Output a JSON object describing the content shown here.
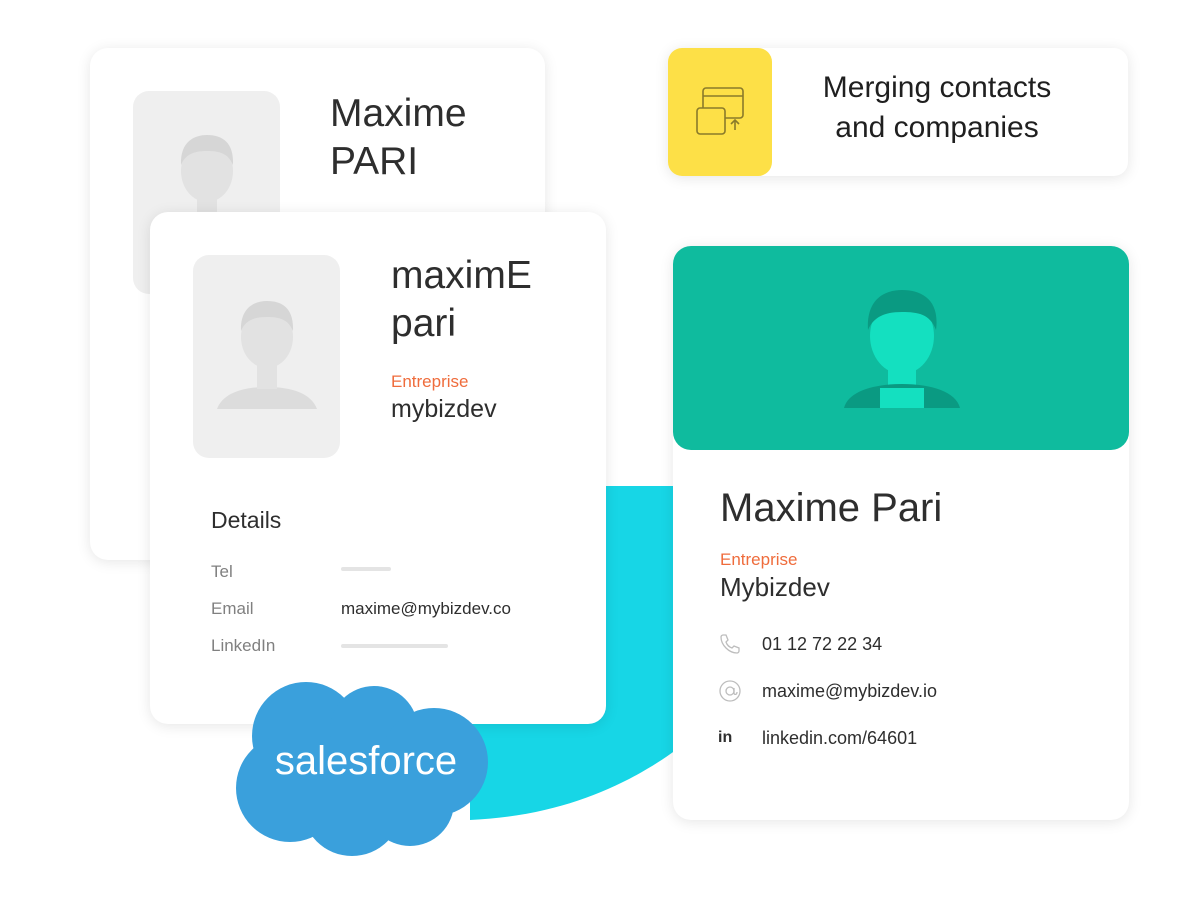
{
  "back_card": {
    "first_name": "Maxime",
    "last_name": "PARI"
  },
  "front_card": {
    "first_name": "maximE",
    "last_name": "pari",
    "enterprise_label": "Entreprise",
    "enterprise_value": "mybizdev",
    "details_title": "Details",
    "fields": [
      {
        "label": "Tel",
        "value": ""
      },
      {
        "label": "Email",
        "value": "maxime@mybizdev.co"
      },
      {
        "label": "LinkedIn",
        "value": ""
      }
    ]
  },
  "merge_card": {
    "line1": "Merging contacts",
    "line2": "and companies",
    "icon": "merge-windows-icon",
    "accent": "#fde047"
  },
  "result_card": {
    "name": "Maxime Pari",
    "enterprise_label": "Entreprise",
    "enterprise_value": "Mybizdev",
    "header_color": "#0fbb9e",
    "contacts": [
      {
        "icon": "phone-icon",
        "text": "01 12 72 22 34"
      },
      {
        "icon": "at-icon",
        "text": "maxime@mybizdev.io"
      },
      {
        "icon": "linkedin-icon",
        "text": "linkedin.com/64601",
        "icon_text": "in"
      }
    ]
  },
  "salesforce": {
    "logo_text": "salesforce",
    "color": "#3aa0dc"
  },
  "connector_color": "#17d6e6"
}
